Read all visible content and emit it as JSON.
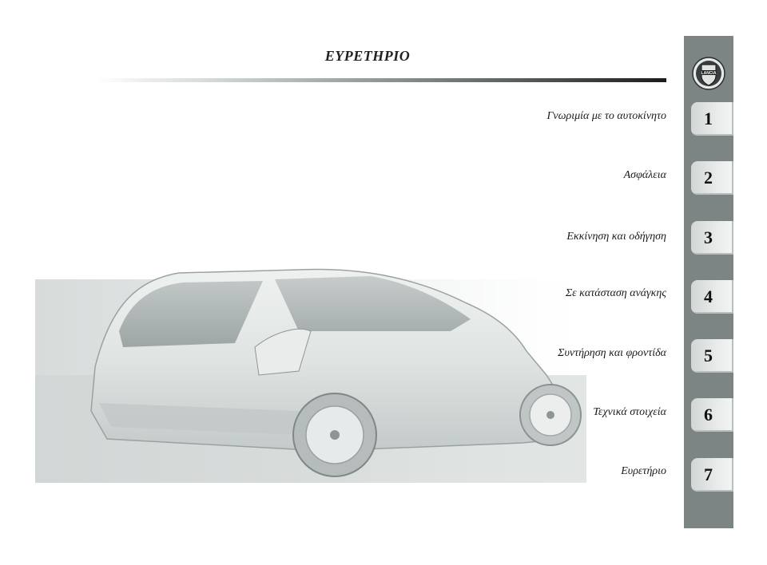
{
  "header": {
    "title": "ΕΥΡΕΤΗΡΙΟ"
  },
  "toc": [
    {
      "label": "Γνωριμία με το αυτοκίνητο",
      "chapter": "1"
    },
    {
      "label": "Ασφάλεια",
      "chapter": "2"
    },
    {
      "label": "Εκκίνηση και οδήγηση",
      "chapter": "3"
    },
    {
      "label": "Σε κατάσταση ανάγκης",
      "chapter": "4"
    },
    {
      "label": "Συντήρηση και φροντίδα",
      "chapter": "5"
    },
    {
      "label": "Τεχνικά στοιχεία",
      "chapter": "6"
    },
    {
      "label": "Ευρετήριο",
      "chapter": "7"
    }
  ],
  "sidebar": {
    "logo_text": "LANCIA",
    "tabs": [
      "1",
      "2",
      "3",
      "4",
      "5",
      "6",
      "7"
    ]
  },
  "colors": {
    "sidebar": "#7d8584",
    "tab": "#e8ebea",
    "text": "#1a1a1a"
  },
  "icons": {
    "logo": "lancia-shield-icon",
    "illustration": "car-illustration"
  }
}
